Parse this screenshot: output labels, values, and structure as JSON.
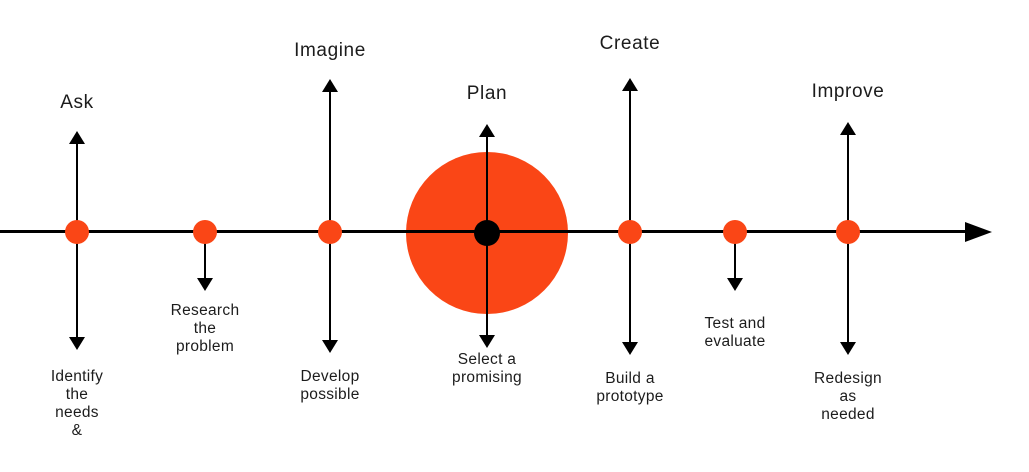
{
  "diagram": {
    "type": "process-timeline",
    "background_color": "#ffffff",
    "line_color": "#000000",
    "dot_color": "#FA4616",
    "plan_center_dot_color": "#000000",
    "axis": {
      "direction": "left-to-right",
      "arrowhead": "right"
    },
    "stages": [
      {
        "title": "Ask",
        "sublabel": "Identify the\nneeds &",
        "has_up_arrow": true,
        "has_down_arrow": true,
        "emphasized": false
      },
      {
        "title": "",
        "sublabel": "Research the\nproblem",
        "has_up_arrow": false,
        "has_down_arrow": true,
        "emphasized": false
      },
      {
        "title": "Imagine",
        "sublabel": "Develop\npossible",
        "has_up_arrow": true,
        "has_down_arrow": true,
        "emphasized": false
      },
      {
        "title": "Plan",
        "sublabel": "Select a\npromising",
        "has_up_arrow": true,
        "has_down_arrow": true,
        "emphasized": true
      },
      {
        "title": "Create",
        "sublabel": "Build a\nprototype",
        "has_up_arrow": true,
        "has_down_arrow": true,
        "emphasized": false
      },
      {
        "title": "",
        "sublabel": "Test and\nevaluate",
        "has_up_arrow": false,
        "has_down_arrow": true,
        "emphasized": false
      },
      {
        "title": "Improve",
        "sublabel": "Redesign\nas needed",
        "has_up_arrow": true,
        "has_down_arrow": true,
        "emphasized": false
      }
    ]
  }
}
